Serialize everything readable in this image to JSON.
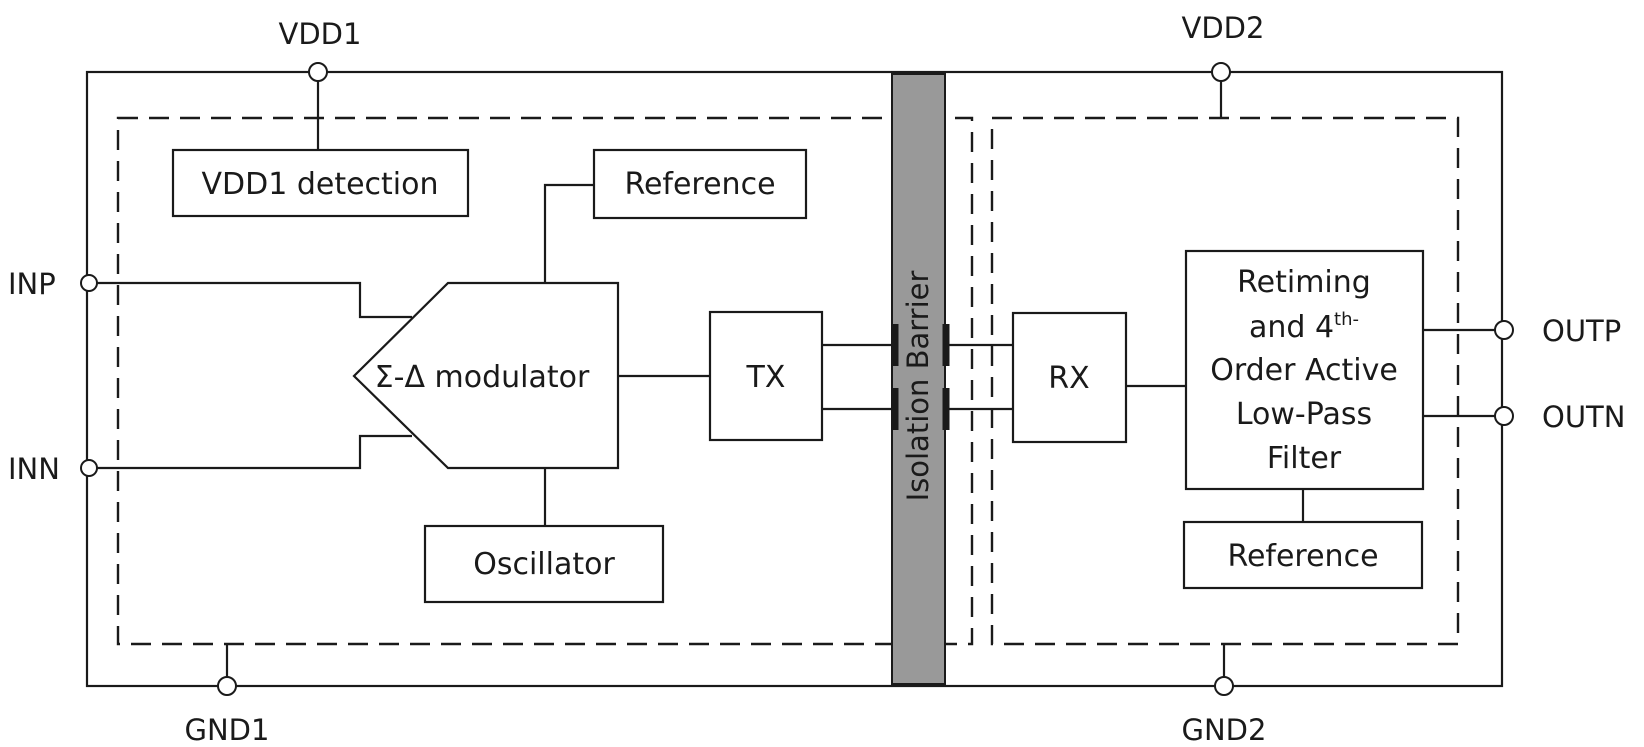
{
  "pins": {
    "vdd1": "VDD1",
    "vdd2": "VDD2",
    "gnd1": "GND1",
    "gnd2": "GND2",
    "inp": "INP",
    "inn": "INN",
    "outp": "OUTP",
    "outn": "OUTN"
  },
  "blocks": {
    "vdd1_detection": "VDD1 detection",
    "reference_left": "Reference",
    "modulator": "Σ-Δ modulator",
    "tx": "TX",
    "oscillator": "Oscillator",
    "isolation_barrier": "Isolation Barrier",
    "rx": "RX",
    "filter": {
      "line1": "Retiming",
      "line2_pre": "and 4",
      "line2_sup": "th",
      "line2_post": "-",
      "line3": "Order Active",
      "line4": "Low-Pass",
      "line5": "Filter"
    },
    "reference_right": "Reference"
  },
  "colors": {
    "barrier_fill": "#999999",
    "line": "#1a1a1a"
  }
}
